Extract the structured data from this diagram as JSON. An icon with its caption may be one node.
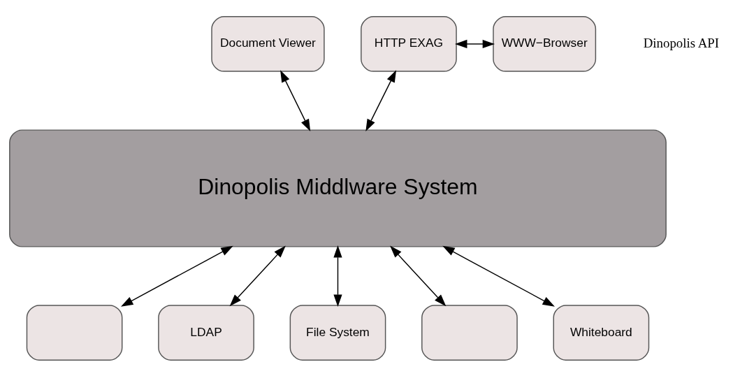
{
  "diagram": {
    "nodes": [
      {
        "text": [
          "Document Viewer"
        ]
      },
      {
        "text": [
          "HTTP EXAG"
        ]
      },
      {
        "text": [
          "WWW−Browser"
        ]
      },
      {
        "text": [
          "Dinopolis Middlware System"
        ]
      },
      {
        "text": [],
        "shape": "box"
      },
      {
        "text": [
          "LDAP"
        ]
      },
      {
        "text": [
          "File System"
        ]
      },
      {
        "text": [],
        "shape": "box"
      },
      {
        "text": [
          "Whiteboard"
        ]
      }
    ],
    "edges": [
      {
        "from": 0,
        "to": 3,
        "arrow": "both"
      },
      {
        "from": 1,
        "to": 3,
        "arrow": "both"
      },
      {
        "from": 1,
        "to": 2,
        "arrow": "both"
      },
      {
        "from": 3,
        "to": 4,
        "arrow": "both"
      },
      {
        "from": 3,
        "to": 5,
        "arrow": "both"
      },
      {
        "from": 3,
        "to": 6,
        "arrow": "both"
      },
      {
        "from": 3,
        "to": 7,
        "arrow": "both"
      },
      {
        "from": 3,
        "to": 8,
        "arrow": "both"
      }
    ],
    "labels": [
      "Dinopolis API"
    ]
  }
}
